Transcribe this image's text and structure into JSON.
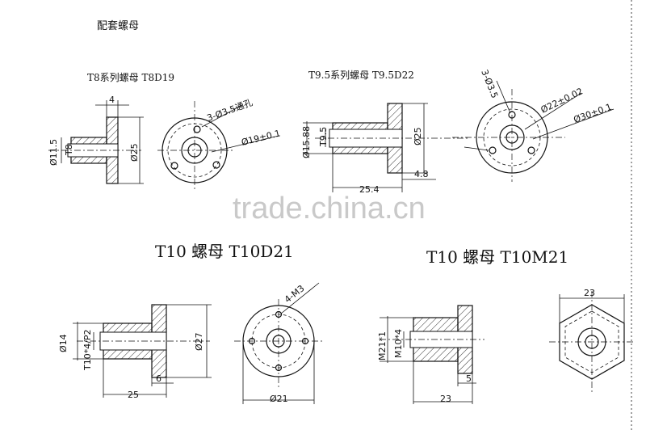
{
  "header": {
    "title": "配套螺母"
  },
  "watermark": "trade.china.cn",
  "parts": {
    "t8": {
      "title": "T8系列螺母  T8D19",
      "dims": {
        "width4": "4",
        "d11_5": "Ø11.5",
        "t8": "T8",
        "d25": "Ø25",
        "holes": "3-Ø3.5通孔",
        "pcd": "Ø19±0.1"
      }
    },
    "t9": {
      "title": "T9.5系列螺母  T9.5D22",
      "dims": {
        "d15_88": "Ø15.88",
        "t9_5": "T9.5",
        "d25": "Ø25",
        "len4_8": "4.8",
        "len25_4": "25.4",
        "holes": "3-Ø3.5",
        "pcd": "Ø22±0.02",
        "od": "Ø30±0.1"
      }
    },
    "t10d": {
      "title": "T10  螺母  T10D21",
      "dims": {
        "d14": "Ø14",
        "thread": "T10*4/P2",
        "d27": "Ø27",
        "len6": "6",
        "len25": "25",
        "holes": "4-M3",
        "pcd": "Ø21"
      }
    },
    "t10m": {
      "title": "T10  螺母  T10M21",
      "dims": {
        "m21": "M21*1",
        "m10": "M10*4",
        "len5": "5",
        "len23": "23",
        "hex23": "23"
      }
    }
  }
}
